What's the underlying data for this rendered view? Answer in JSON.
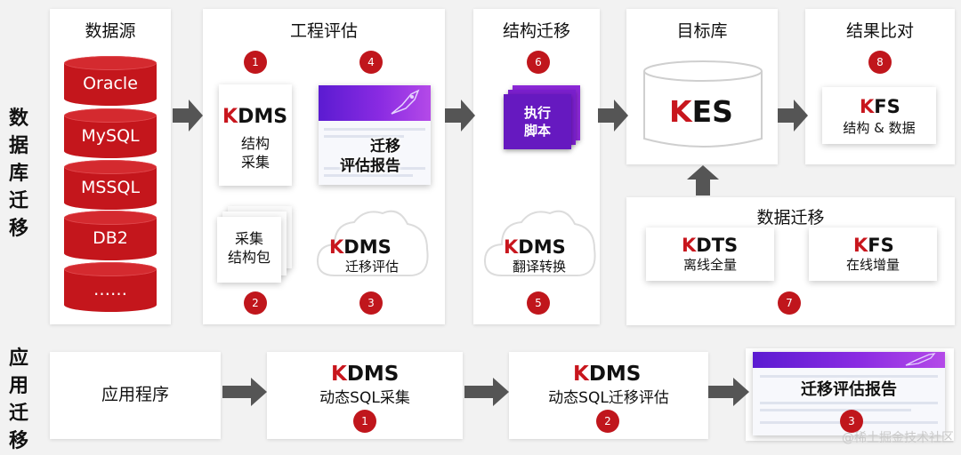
{
  "side_labels": {
    "db_migration": "数据库迁移",
    "app_migration": "应用迁移"
  },
  "sections": {
    "data_source": "数据源",
    "engineering_assessment": "工程评估",
    "structure_migration": "结构迁移",
    "target_db": "目标库",
    "result_compare": "结果比对",
    "data_migration": "数据迁移"
  },
  "databases": [
    "Oracle",
    "MySQL",
    "MSSQL",
    "DB2",
    "……"
  ],
  "logos": {
    "k": "K",
    "dms": "DMS",
    "es": "ES",
    "fs": "FS",
    "dts": "DTS"
  },
  "cards": {
    "struct_collect": "结构\n采集",
    "report_top": "迁移\n评估报告",
    "package": "采集\n结构包",
    "migrate_assess": "迁移评估",
    "exec_script": "执行\n脚本",
    "translate": "翻译转换",
    "compare": "结构 & 数据",
    "offline_full": "离线全量",
    "online_incr": "在线增量",
    "app_program": "应用程序",
    "dyn_sql_collect": "动态SQL采集",
    "dyn_sql_assess": "动态SQL迁移评估",
    "report_bottom": "迁移评估报告"
  },
  "steps": {
    "s1": "1",
    "s2": "2",
    "s3": "3",
    "s4": "4",
    "s5": "5",
    "s6": "6",
    "s7": "7",
    "s8": "8",
    "a1": "1",
    "a2": "2",
    "a3": "3"
  },
  "watermark": "@稀土掘金技术社区",
  "colors": {
    "accent": "#c4161c",
    "arrow": "#555555",
    "report": "#7b22e0"
  }
}
